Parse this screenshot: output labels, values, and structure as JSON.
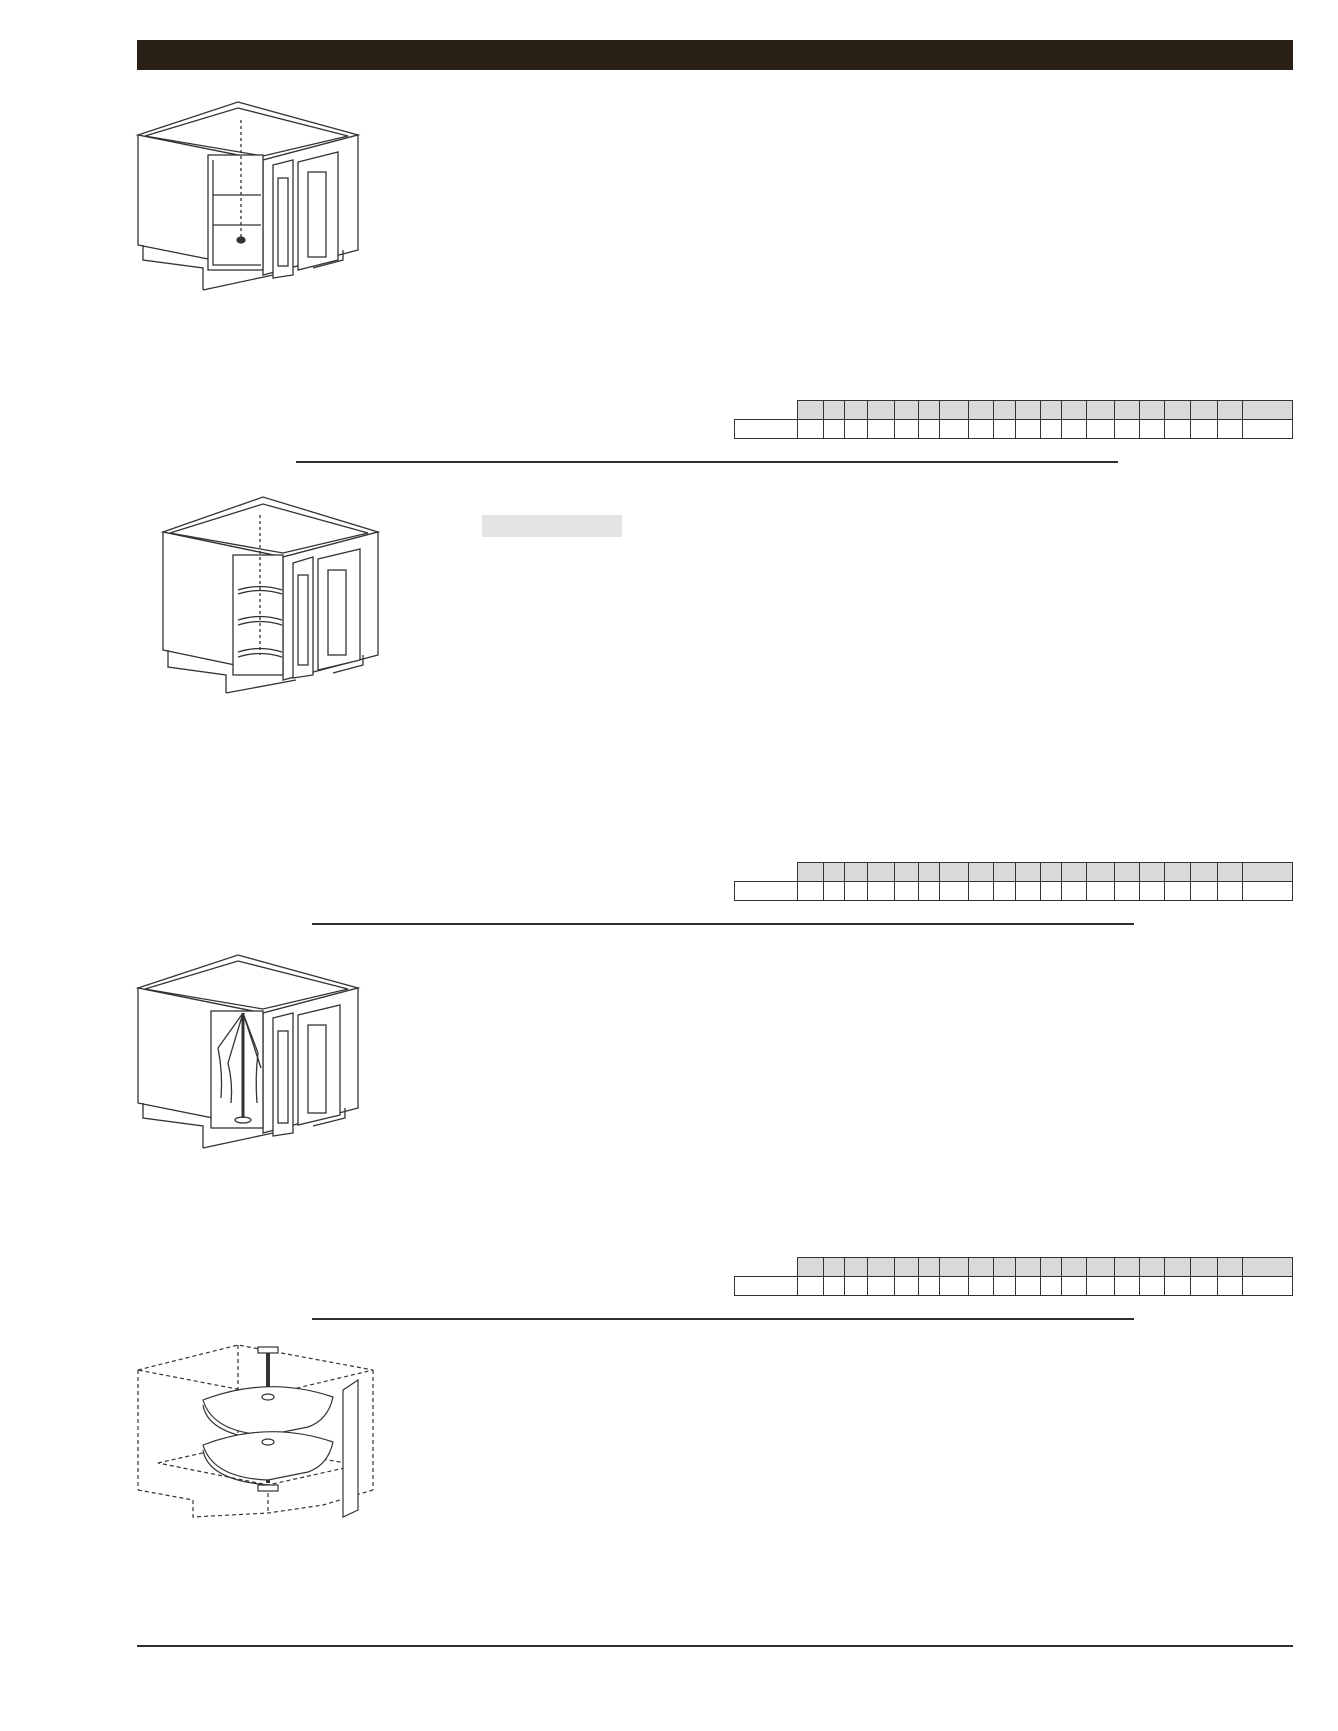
{
  "page": {
    "header_color": "#2b2015",
    "rule_color": "#2f2f2f",
    "table_header_fill": "#d9d9d9",
    "label_bar_fill": "#e4e4e4"
  },
  "products": [
    {
      "drawing": "corner-cabinet-lazy-susan-drawing"
    },
    {
      "drawing": "corner-cabinet-wire-lazy-susan-drawing"
    },
    {
      "drawing": "corner-cabinet-tilt-pole-drawing"
    },
    {
      "drawing": "lazy-susan-insert-drawing"
    }
  ]
}
